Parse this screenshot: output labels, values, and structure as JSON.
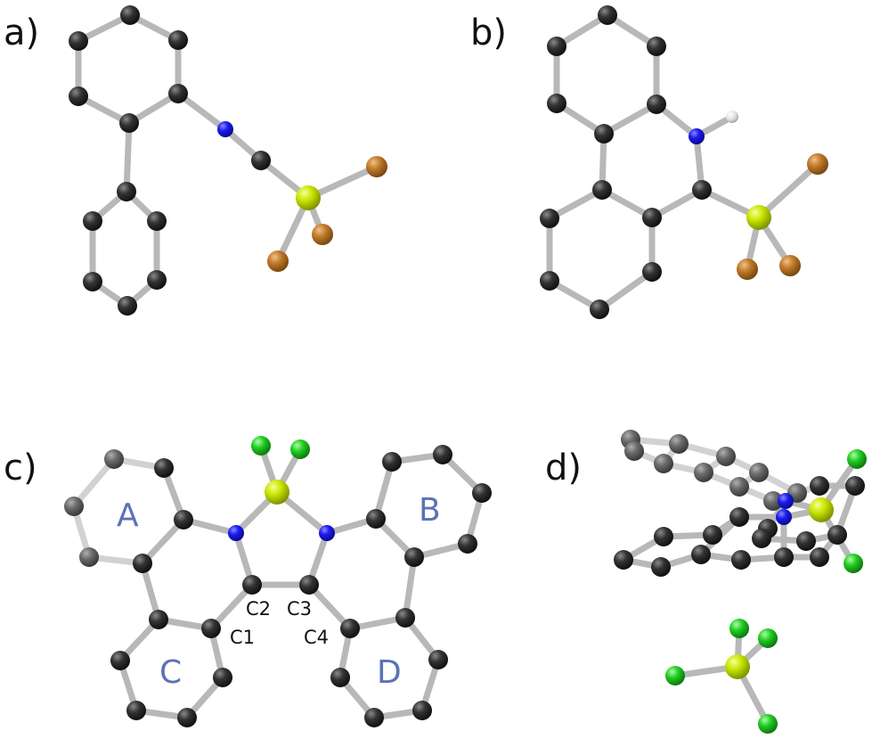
{
  "panels": [
    {
      "id": "a",
      "label": "a)"
    },
    {
      "id": "b",
      "label": "b)"
    },
    {
      "id": "c",
      "label": "c)"
    },
    {
      "id": "d",
      "label": "d)"
    }
  ],
  "ring_labels": [
    "A",
    "B",
    "C",
    "D"
  ],
  "atom_labels": [
    "C1",
    "C2",
    "C3",
    "C4"
  ],
  "colors": {
    "carbon": "#2e2e2e",
    "carbon_faded": "#6e6e6e",
    "nitrogen": "#1a1af0",
    "hydrogen": "#e8e8e8",
    "antimony": "#c8e600",
    "bromine": "#c07a2a",
    "chlorine": "#22cc22",
    "bond": "#b8b8b8",
    "ring_label": "#5a73b5"
  }
}
